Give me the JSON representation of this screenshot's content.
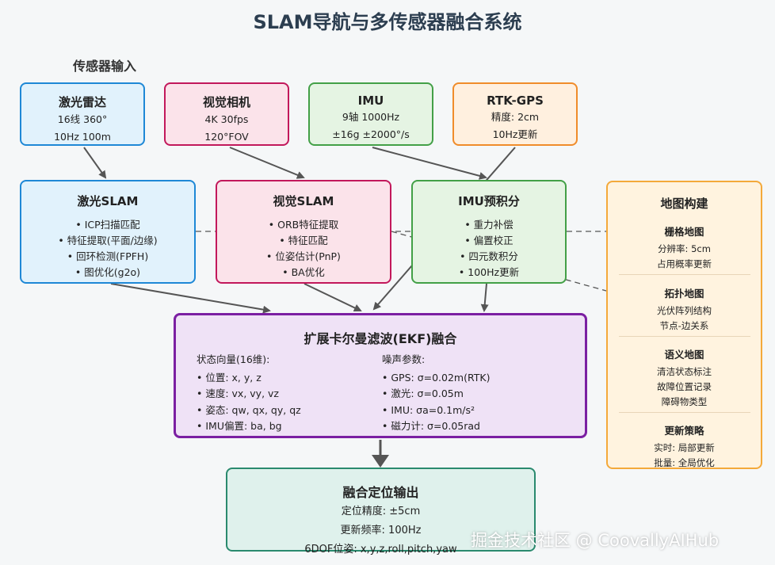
{
  "title": "SLAM导航与多传感器融合系统",
  "sensor_section_label": "传感器输入",
  "sensors": {
    "lidar": {
      "title": "激光雷达",
      "lines": [
        "16线 360°",
        "10Hz 100m"
      ]
    },
    "camera": {
      "title": "视觉相机",
      "lines": [
        "4K 30fps",
        "120°FOV"
      ]
    },
    "imu": {
      "title": "IMU",
      "lines": [
        "9轴 1000Hz",
        "±16g ±2000°/s"
      ]
    },
    "gps": {
      "title": "RTK-GPS",
      "lines": [
        "精度: 2cm",
        "10Hz更新"
      ]
    }
  },
  "processing": {
    "lidar_slam": {
      "title": "激光SLAM",
      "items": [
        "• ICP扫描匹配",
        "• 特征提取(平面/边缘)",
        "• 回环检测(FPFH)",
        "• 图优化(g2o)"
      ]
    },
    "visual_slam": {
      "title": "视觉SLAM",
      "items": [
        "• ORB特征提取",
        "• 特征匹配",
        "• 位姿估计(PnP)",
        "• BA优化"
      ]
    },
    "imu_pre": {
      "title": "IMU预积分",
      "items": [
        "• 重力补偿",
        "• 偏置校正",
        "• 四元数积分",
        "• 100Hz更新"
      ]
    }
  },
  "ekf": {
    "title": "扩展卡尔曼滤波(EKF)融合",
    "state_header": "状态向量(16维):",
    "state_items": [
      "• 位置: x, y, z",
      "• 速度: vx, vy, vz",
      "• 姿态: qw, qx, qy, qz",
      "• IMU偏置: ba, bg"
    ],
    "noise_header": "噪声参数:",
    "noise_items": [
      "• GPS: σ=0.02m(RTK)",
      "• 激光: σ=0.05m",
      "• IMU: σa=0.1m/s²",
      "• 磁力计: σ=0.05rad"
    ]
  },
  "output": {
    "title": "融合定位输出",
    "lines": [
      "定位精度: ±5cm",
      "更新频率: 100Hz",
      "6DOF位姿: x,y,z,roll,pitch,yaw"
    ]
  },
  "map_building": {
    "title": "地图构建",
    "sections": [
      {
        "title": "栅格地图",
        "lines": [
          "分辨率: 5cm",
          "占用概率更新"
        ]
      },
      {
        "title": "拓扑地图",
        "lines": [
          "光伏阵列结构",
          "节点-边关系"
        ]
      },
      {
        "title": "语义地图",
        "lines": [
          "清洁状态标注",
          "故障位置记录",
          "障碍物类型"
        ]
      },
      {
        "title": "更新策略",
        "lines": [
          "实时: 局部更新",
          "批量: 全局优化"
        ]
      }
    ]
  },
  "watermark": "掘金技术社区 @ CoovallyAIHub",
  "colors": {
    "lidar": "#1e88d6",
    "camera": "#c2185b",
    "imu": "#43a047",
    "gps": "#f08c2a",
    "ekf": "#7b1fa2",
    "output": "#2a8a6e",
    "map": "#f4a93a",
    "arrow": "#555555"
  }
}
